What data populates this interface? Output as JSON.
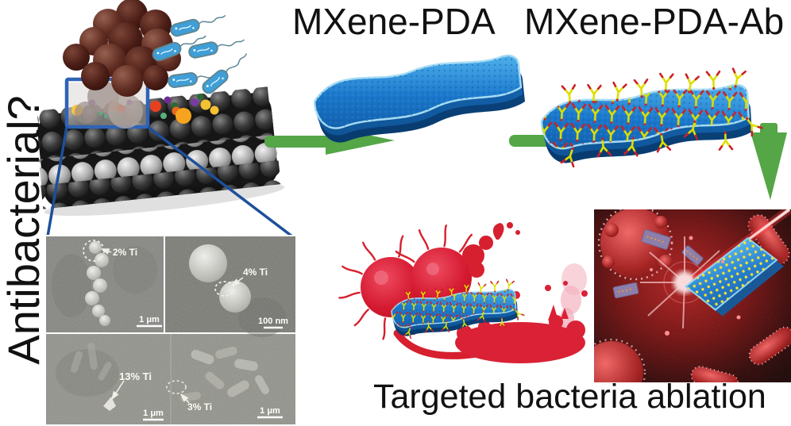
{
  "figure": {
    "question_label": "Antibacterial?",
    "step1_label": "MXene-PDA",
    "step2_label": "MXene-PDA-Ab",
    "result_label": "Targeted bacteria ablation"
  },
  "sem_panels": [
    {
      "position": "top-left",
      "annotation": "2% Ti",
      "scale_bar": "1 μm"
    },
    {
      "position": "top-right",
      "annotation": "4% Ti",
      "scale_bar": "100 nm"
    },
    {
      "position": "bottom-left",
      "annotation": "13% Ti",
      "scale_bar": "1 μm"
    },
    {
      "position": "bottom-right",
      "annotation": "3% Ti",
      "scale_bar": "1 μm"
    }
  ],
  "colors": {
    "arrow_green": "#54a646",
    "zoom_box_blue": "#2f63b5",
    "zoom_line_blue": "#1d4f9b",
    "mxene_blue": "#1b78cc",
    "mxene_rim_cyan": "#a6dcf4",
    "antibody_yellow": "#dede00",
    "antibody_tip_red": "#cc2027",
    "bacteria_red": "#d6202f",
    "planktonic_bacteria_blue": "#3f9fd8",
    "biofilm_brown": "#5d2b22",
    "laser_red": "#ff3030",
    "text_black": "#111111"
  }
}
